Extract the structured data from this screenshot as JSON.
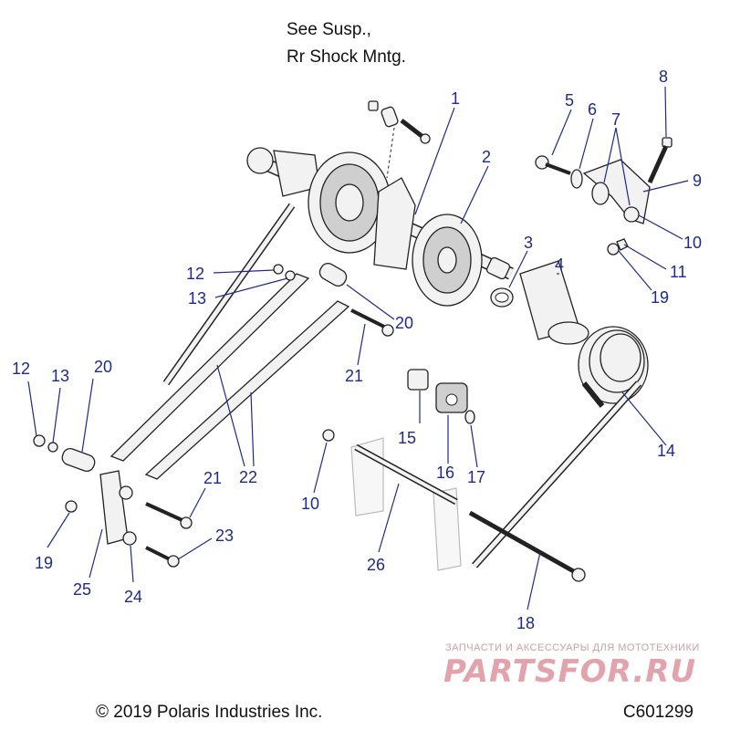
{
  "note": {
    "line1": "See Susp.,",
    "line2": "Rr Shock Mntg."
  },
  "callouts": [
    "1",
    "2",
    "3",
    "4",
    "5",
    "6",
    "7",
    "8",
    "9",
    "10",
    "11",
    "19",
    "12",
    "13",
    "20",
    "21",
    "22",
    "14",
    "15",
    "16",
    "17",
    "10",
    "26",
    "18",
    "12",
    "13",
    "20",
    "19",
    "25",
    "24",
    "21",
    "23"
  ],
  "footer": {
    "copyright": "© 2019 Polaris Industries Inc.",
    "code": "C601299"
  },
  "watermark": {
    "subtitle": "ЗАПЧАСТИ И АКСЕССУАРЫ ДЛЯ МОТОТЕХНИКИ",
    "logo": "PARTSFOR.RU"
  },
  "colors": {
    "callout": "#1f2a8c",
    "watermark": "#e3a3ad"
  }
}
